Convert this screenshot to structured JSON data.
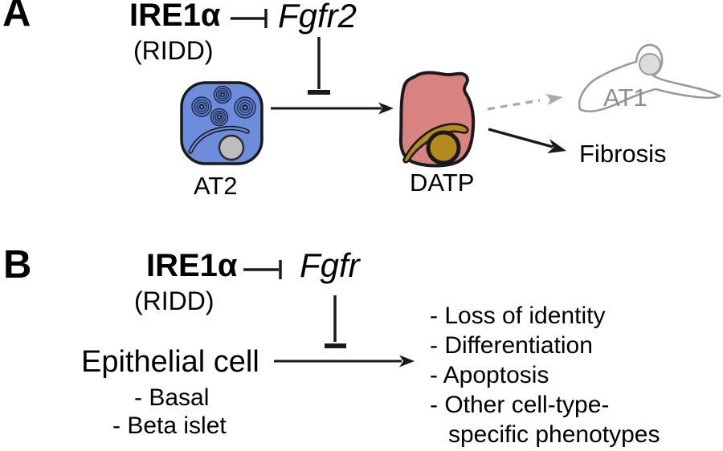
{
  "colors": {
    "at2_fill": "#6D8CDB",
    "at2_lamellar": "#5E7CC7",
    "at2_ring": "#1B2747",
    "at2_dot": "#8CA6E6",
    "at2_nucleus": "#BDBDBD",
    "datp_fill": "#D88282",
    "datp_gold": "#B5891E",
    "at1_outline": "#9A9A9A",
    "at1_nucleus": "#DCDCDC",
    "stroke_black": "#1A1A1A",
    "arrow_gray": "#A9A9A9",
    "text_gray": "#8F8F8F"
  },
  "panel_a": {
    "label": "A",
    "ire1a": "IRE1α",
    "ridd": "(RIDD)",
    "target_gene": "Fgfr2",
    "at2_label": "AT2",
    "datp_label": "DATP",
    "at1_label": "AT1",
    "fibrosis_label": "Fibrosis"
  },
  "panel_b": {
    "label": "B",
    "ire1a": "IRE1α",
    "ridd": "(RIDD)",
    "target_gene": "Fgfr",
    "cell_label": "Epithelial cell",
    "cell_types": [
      "- Basal",
      "- Beta islet"
    ],
    "outcome_lines": [
      "- Loss of identity",
      "- Differentiation",
      "- Apoptosis",
      "- Other cell-type-",
      "specific phenotypes"
    ]
  }
}
